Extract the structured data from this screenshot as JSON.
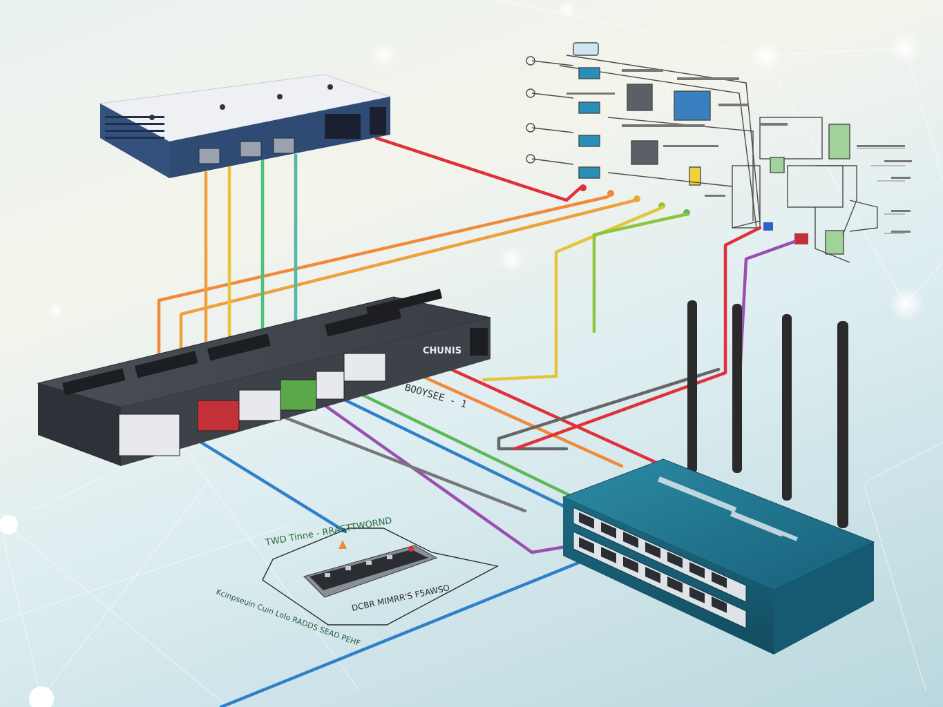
{
  "colors": {
    "red": "#e0303a",
    "orange": "#f08a3a",
    "yellow": "#e6c33a",
    "green": "#5db85a",
    "teal": "#4fb8a8",
    "blue": "#2f80c8",
    "purple": "#9a4fb0",
    "gray": "#6b6b6b",
    "router_body": "#1e6f86",
    "switch_body": "#3d4148",
    "appliance_top": "#eef0f3",
    "appliance_front": "#2f4a73"
  },
  "labels": {
    "switch_brand": "CHUNIS",
    "switch_side_text": "BOOYSEE - 1",
    "card_title": "TWD Tinne - RRASTTWORND",
    "card_caption_left": "Kcinpseuin Cuin Lolo RADDS SEAD PEHF",
    "card_caption_bottom": "DCBR MIMRR'S F5AWSO"
  },
  "icons": {
    "appliance": "rack-appliance-icon",
    "switch": "modular-switch-icon",
    "router": "wifi-router-icon",
    "card": "network-card-icon",
    "schematic": "schematic-diagram-icon"
  }
}
